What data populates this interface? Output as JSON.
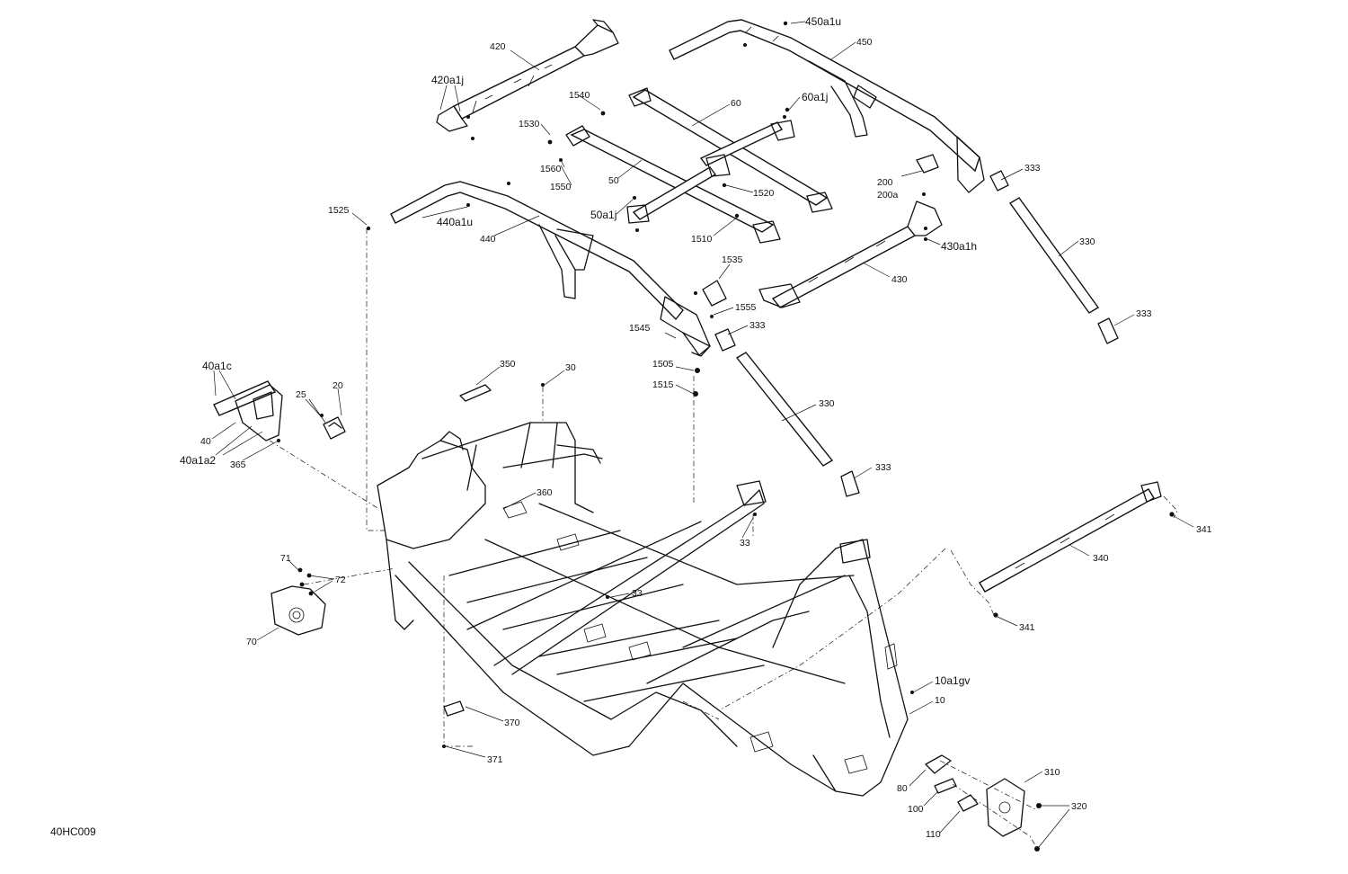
{
  "diagram": {
    "reference": "40HC009",
    "callouts": [
      "420",
      "420a1j",
      "450a1u",
      "450",
      "1540",
      "60",
      "60a1j",
      "1530",
      "1560",
      "1550",
      "50",
      "1520",
      "50a1j",
      "200",
      "200a",
      "333",
      "1525",
      "440a1u",
      "440",
      "1510",
      "430a1h",
      "330",
      "430",
      "1535",
      "1555",
      "333",
      "1545",
      "333",
      "40a1c",
      "350",
      "1505",
      "30",
      "1515",
      "20",
      "25",
      "330",
      "40",
      "40a1a2",
      "365",
      "333",
      "360",
      "33",
      "341",
      "71",
      "72",
      "340",
      "33",
      "70",
      "341",
      "10a1gv",
      "10",
      "370",
      "310",
      "80",
      "371",
      "320",
      "100",
      "110"
    ]
  }
}
